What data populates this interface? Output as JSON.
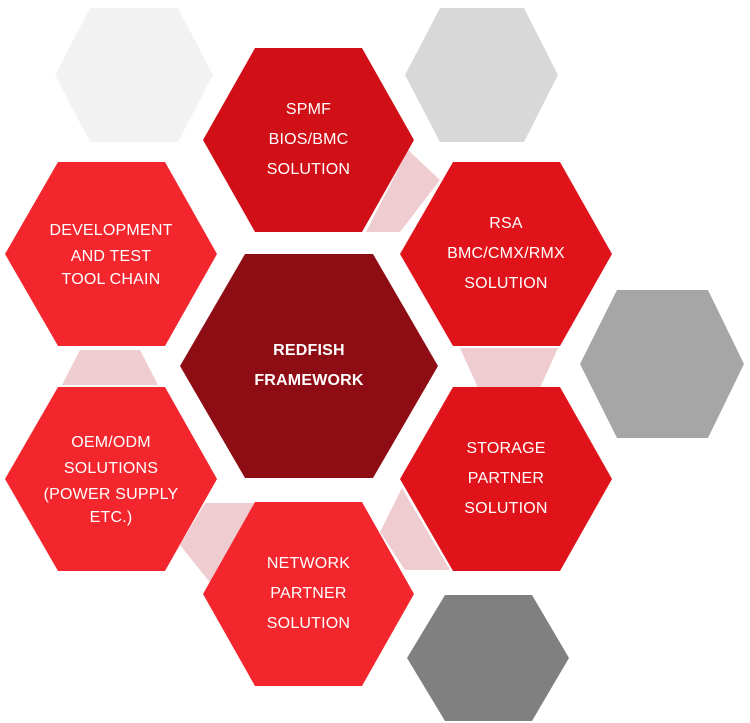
{
  "diagram": {
    "colors": {
      "connector": "#efccd0",
      "hex_light_1": "#f2f2f2",
      "hex_light_2": "#d8d8d8",
      "hex_mid": "#a6a6a6",
      "hex_dark": "#808080",
      "center": "#8e0c13",
      "red_bright": "#f3262e",
      "red_mid": "#e0121a",
      "red_deep": "#d10f17"
    },
    "center": {
      "line1": "REDFISH",
      "line2": "FRAMEWORK"
    },
    "spmf": {
      "line1": "SPMF",
      "line2": "BIOS/BMC",
      "line3": "SOLUTION"
    },
    "rsa": {
      "line1": "RSA",
      "line2": "BMC/CMX/RMX",
      "line3": "SOLUTION"
    },
    "dev": {
      "line1": "DEVELOPMENT",
      "line2": "AND TEST",
      "line3": "TOOL CHAIN"
    },
    "oem": {
      "line1": "OEM/ODM",
      "line2": "SOLUTIONS",
      "line3": "(POWER SUPPLY",
      "line4": "ETC.)"
    },
    "storage": {
      "line1": "STORAGE",
      "line2": "PARTNER",
      "line3": "SOLUTION"
    },
    "network": {
      "line1": "NETWORK",
      "line2": "PARTNER",
      "line3": "SOLUTION"
    }
  }
}
